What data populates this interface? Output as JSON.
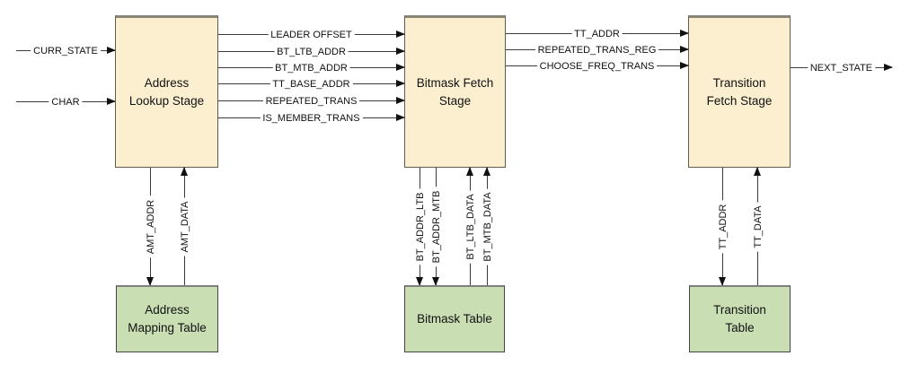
{
  "colors": {
    "stage_fill": "#FBEFD0",
    "stage_border": "#8A8476",
    "table_fill": "#C9DFB3",
    "table_border": "#454545",
    "line": "#3C3C3C",
    "arrow": "#111111"
  },
  "stages": [
    {
      "lines": [
        "Address",
        "Lookup Stage"
      ]
    },
    {
      "lines": [
        "Bitmask Fetch",
        "Stage"
      ]
    },
    {
      "lines": [
        "Transition",
        "Fetch Stage"
      ]
    }
  ],
  "tables": [
    {
      "lines": [
        "Address",
        "Mapping Table"
      ]
    },
    {
      "lines": [
        "Bitmask Table"
      ]
    },
    {
      "lines": [
        "Transition",
        "Table"
      ]
    }
  ],
  "inputs": [
    {
      "label": "CURR_STATE"
    },
    {
      "label": "CHAR"
    }
  ],
  "outputs": [
    {
      "label": "NEXT_STATE"
    }
  ],
  "stage1_to_stage2": [
    {
      "label": "LEADER OFFSET"
    },
    {
      "label": "BT_LTB_ADDR"
    },
    {
      "label": "BT_MTB_ADDR"
    },
    {
      "label": "TT_BASE_ADDR"
    },
    {
      "label": "REPEATED_TRANS"
    },
    {
      "label": "IS_MEMBER_TRANS"
    }
  ],
  "stage2_to_stage3": [
    {
      "label": "TT_ADDR"
    },
    {
      "label": "REPEATED_TRANS_REG"
    },
    {
      "label": "CHOOSE_FREQ_TRANS"
    }
  ],
  "stage1_table1": [
    {
      "label": "AMT_ADDR",
      "direction": "down"
    },
    {
      "label": "AMT_DATA",
      "direction": "up"
    }
  ],
  "stage2_table2": [
    {
      "label": "BT_ADDR_LTB",
      "direction": "down"
    },
    {
      "label": "BT_ADDR_MTB",
      "direction": "down"
    },
    {
      "label": "BT_LTB_DATA",
      "direction": "up"
    },
    {
      "label": "BT_MTB_DATA",
      "direction": "up"
    }
  ],
  "stage3_table3": [
    {
      "label": "TT_ADDR",
      "direction": "down"
    },
    {
      "label": "TT_DATA",
      "direction": "up"
    }
  ]
}
